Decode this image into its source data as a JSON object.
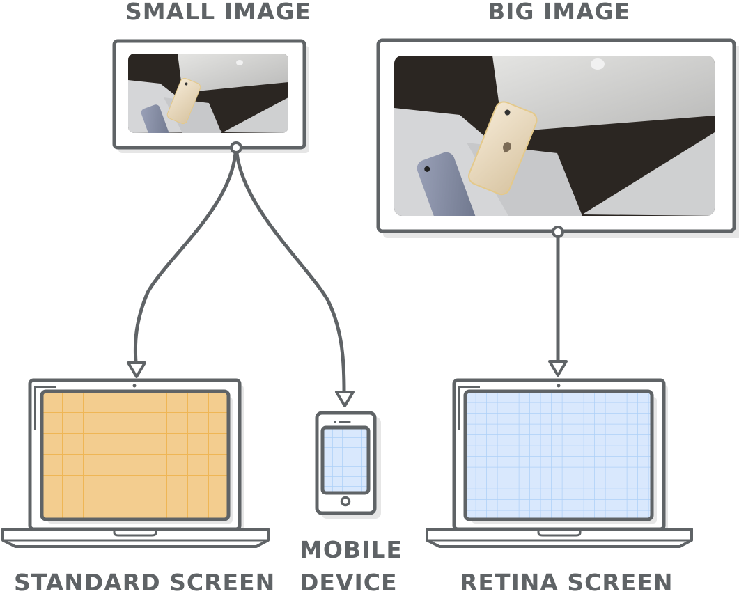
{
  "labels": {
    "small_image": "SMALL IMAGE",
    "big_image": "BIG IMAGE",
    "standard_screen": "STANDARD SCREEN",
    "mobile_device_line1": "MOBILE",
    "mobile_device_line2": "DEVICE",
    "retina_screen": "RETINA SCREEN"
  },
  "colors": {
    "stroke": "#5f6366",
    "standard_screen_fill": "#f3cd8f",
    "standard_grid": "#efb655",
    "retina_screen_fill": "#d9e8fd",
    "retina_grid": "#aed0f8",
    "shadow": "#e6e6e6"
  },
  "images": {
    "small": {
      "description": "photo of iPhones on MacBooks"
    },
    "big": {
      "description": "photo of iPhones on MacBooks"
    }
  },
  "connections": [
    {
      "from": "small-image",
      "to": "standard-screen"
    },
    {
      "from": "small-image",
      "to": "mobile-device"
    },
    {
      "from": "big-image",
      "to": "retina-screen"
    }
  ]
}
